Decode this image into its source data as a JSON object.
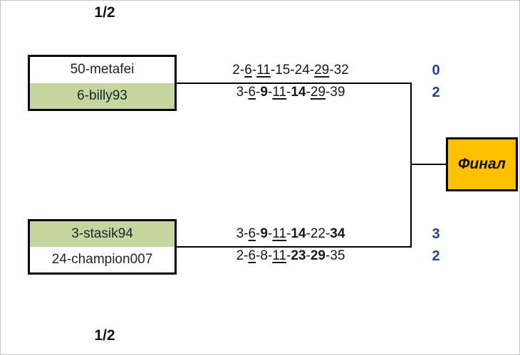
{
  "labels": {
    "round_top": "1/2",
    "round_bottom": "1/2"
  },
  "final_box": {
    "label": "Финал",
    "bg": "#FFC000"
  },
  "colors": {
    "seed_highlight_green": "#C6D69F",
    "score_blue": "#26418F",
    "line_black": "#000000",
    "final_yellow": "#FFC000"
  },
  "matches": [
    {
      "players": [
        {
          "name": "50-metafei",
          "highlighted": false,
          "score": "0",
          "sets": [
            {
              "t": "2"
            },
            {
              "t": "6",
              "u": true
            },
            {
              "t": "11",
              "u": true
            },
            {
              "t": "15"
            },
            {
              "t": "24"
            },
            {
              "t": "29",
              "u": true
            },
            {
              "t": "32"
            }
          ]
        },
        {
          "name": "6-billy93",
          "highlighted": true,
          "score": "2",
          "sets": [
            {
              "t": "3"
            },
            {
              "t": "6",
              "u": true
            },
            {
              "t": "9",
              "b": true
            },
            {
              "t": "11",
              "u": true
            },
            {
              "t": "14",
              "b": true
            },
            {
              "t": "29",
              "u": true
            },
            {
              "t": "39"
            }
          ]
        }
      ]
    },
    {
      "players": [
        {
          "name": "3-stasik94",
          "highlighted": true,
          "score": "3",
          "sets": [
            {
              "t": "3"
            },
            {
              "t": "6",
              "u": true
            },
            {
              "t": "9",
              "b": true
            },
            {
              "t": "11",
              "u": true
            },
            {
              "t": "14",
              "b": true
            },
            {
              "t": "22"
            },
            {
              "t": "34",
              "b": true
            }
          ]
        },
        {
          "name": "24-champion007",
          "highlighted": false,
          "score": "2",
          "sets": [
            {
              "t": "2"
            },
            {
              "t": "6",
              "u": true
            },
            {
              "t": "8"
            },
            {
              "t": "11",
              "u": true
            },
            {
              "t": "23",
              "b": true
            },
            {
              "t": "29",
              "b": true
            },
            {
              "t": "35"
            }
          ]
        }
      ]
    }
  ]
}
